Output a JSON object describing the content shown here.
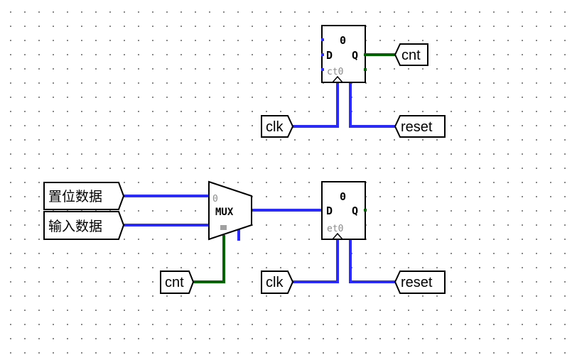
{
  "top_register": {
    "value": "0",
    "d_label": "D",
    "q_label": "Q",
    "sub_label": "ct0",
    "output_pin": "cnt",
    "clock_pin": "clk",
    "reset_pin": "reset"
  },
  "bottom_register": {
    "value": "0",
    "d_label": "D",
    "q_label": "Q",
    "sub_label": "et0",
    "clock_pin": "clk",
    "reset_pin": "reset"
  },
  "mux": {
    "label": "MUX",
    "input0_label": "0",
    "input0_pin": "置位数据",
    "input1_pin": "输入数据",
    "select_pin": "cnt"
  },
  "colors": {
    "wire_multibit": "#2a2aff",
    "wire_onebit": "#006400",
    "dot_grid": "#6a6a6a"
  }
}
